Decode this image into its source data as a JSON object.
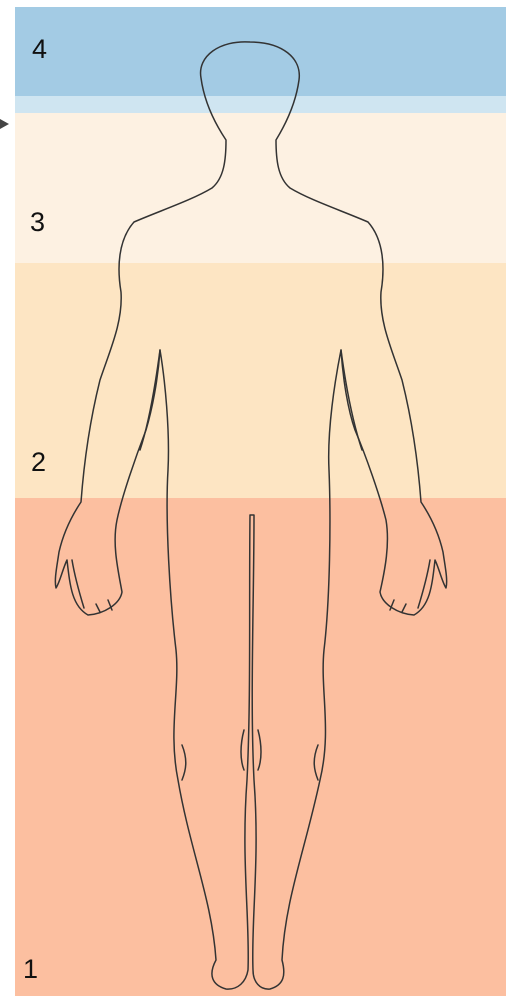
{
  "zones": [
    {
      "label": "4",
      "color": "#a3cbe4"
    },
    {
      "label": "3",
      "color": "#fdf1e2"
    },
    {
      "label": "2",
      "color": "#fde5c3"
    },
    {
      "label": "1",
      "color": "#fcbfa0"
    }
  ],
  "colors": {
    "zone4_light": "#cfe5f1",
    "outline": "#333333",
    "arrow": "#444444"
  },
  "icons": {
    "pointer": "arrow-right-icon",
    "figure": "human-body-outline"
  }
}
